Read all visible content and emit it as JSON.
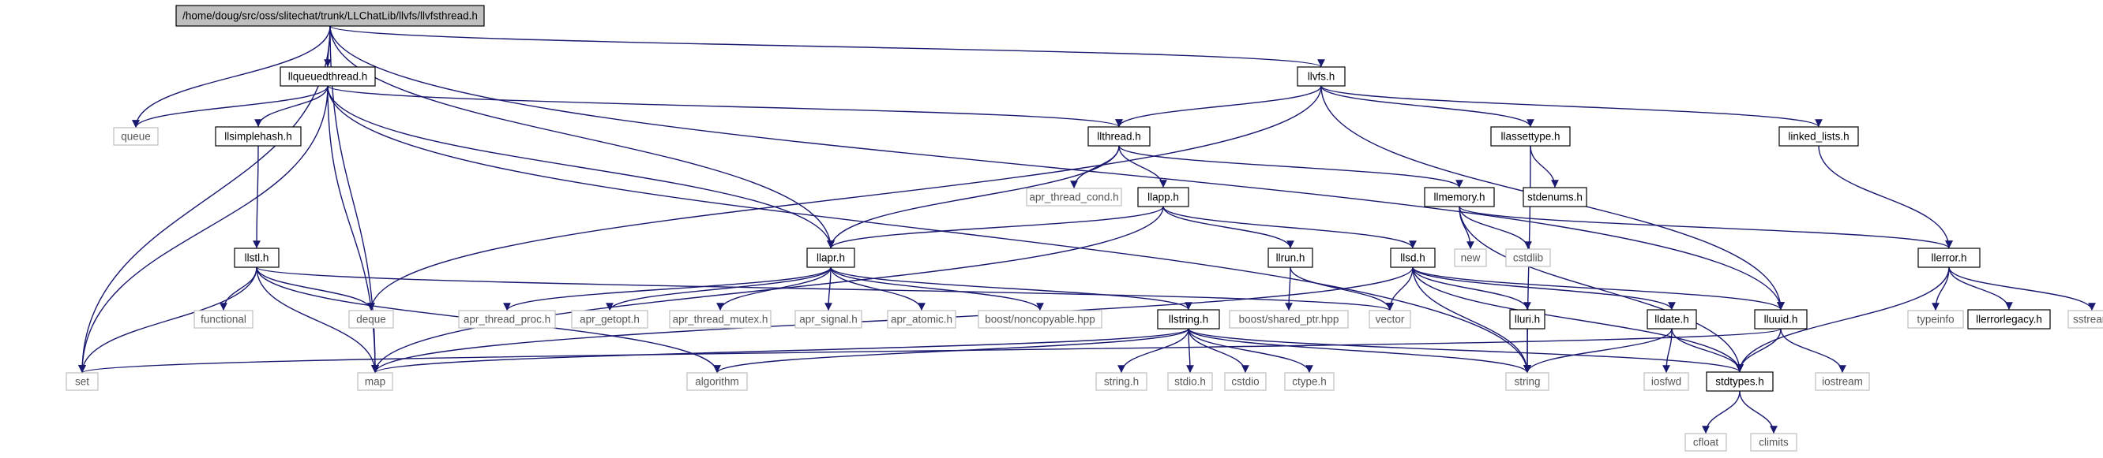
{
  "colors": {
    "edge": "#191970",
    "root_fill": "#bfbfbf",
    "header_border": "#000000",
    "system_border": "#bfbfbf"
  },
  "nodes": {
    "root": {
      "label": "/home/doug/src/oss/slitechat/trunk/LLChatLib/llvfs/llvfsthread.h",
      "kind": "root"
    },
    "llqueuedthread": {
      "label": "llqueuedthread.h",
      "kind": "header"
    },
    "llvfs": {
      "label": "llvfs.h",
      "kind": "header"
    },
    "queue": {
      "label": "queue",
      "kind": "system"
    },
    "llsimplehash": {
      "label": "llsimplehash.h",
      "kind": "header"
    },
    "llthread": {
      "label": "llthread.h",
      "kind": "header"
    },
    "llassettype": {
      "label": "llassettype.h",
      "kind": "header"
    },
    "linked_lists": {
      "label": "linked_lists.h",
      "kind": "header"
    },
    "apr_thread_cond": {
      "label": "apr_thread_cond.h",
      "kind": "system"
    },
    "llapp": {
      "label": "llapp.h",
      "kind": "header"
    },
    "llmemory": {
      "label": "llmemory.h",
      "kind": "header"
    },
    "stdenums": {
      "label": "stdenums.h",
      "kind": "header"
    },
    "new": {
      "label": "new",
      "kind": "system"
    },
    "cstdlib": {
      "label": "cstdlib",
      "kind": "system"
    },
    "llerror": {
      "label": "llerror.h",
      "kind": "header"
    },
    "llstl": {
      "label": "llstl.h",
      "kind": "header"
    },
    "llapr": {
      "label": "llapr.h",
      "kind": "header"
    },
    "llrun": {
      "label": "llrun.h",
      "kind": "header"
    },
    "llsd": {
      "label": "llsd.h",
      "kind": "header"
    },
    "functional": {
      "label": "functional",
      "kind": "system"
    },
    "deque": {
      "label": "deque",
      "kind": "system"
    },
    "apr_thread_proc": {
      "label": "apr_thread_proc.h",
      "kind": "system"
    },
    "apr_getopt": {
      "label": "apr_getopt.h",
      "kind": "system"
    },
    "apr_thread_mutex": {
      "label": "apr_thread_mutex.h",
      "kind": "system"
    },
    "apr_signal": {
      "label": "apr_signal.h",
      "kind": "system"
    },
    "apr_atomic": {
      "label": "apr_atomic.h",
      "kind": "system"
    },
    "boost_noncopyable": {
      "label": "boost/noncopyable.hpp",
      "kind": "system"
    },
    "llstring": {
      "label": "llstring.h",
      "kind": "header"
    },
    "boost_shared_ptr": {
      "label": "boost/shared_ptr.hpp",
      "kind": "system"
    },
    "vector": {
      "label": "vector",
      "kind": "system"
    },
    "lluri": {
      "label": "lluri.h",
      "kind": "header"
    },
    "lldate": {
      "label": "lldate.h",
      "kind": "header"
    },
    "lluuid": {
      "label": "lluuid.h",
      "kind": "header"
    },
    "typeinfo": {
      "label": "typeinfo",
      "kind": "system"
    },
    "llerrorlegacy": {
      "label": "llerrorlegacy.h",
      "kind": "header"
    },
    "sstream": {
      "label": "sstream",
      "kind": "system"
    },
    "set": {
      "label": "set",
      "kind": "system"
    },
    "map": {
      "label": "map",
      "kind": "system"
    },
    "algorithm": {
      "label": "algorithm",
      "kind": "system"
    },
    "string_h": {
      "label": "string.h",
      "kind": "system"
    },
    "stdio_h": {
      "label": "stdio.h",
      "kind": "system"
    },
    "cstdio": {
      "label": "cstdio",
      "kind": "system"
    },
    "ctype_h": {
      "label": "ctype.h",
      "kind": "system"
    },
    "string": {
      "label": "string",
      "kind": "system"
    },
    "stdtypes": {
      "label": "stdtypes.h",
      "kind": "header"
    },
    "iosfwd": {
      "label": "iosfwd",
      "kind": "system"
    },
    "iostream": {
      "label": "iostream",
      "kind": "system"
    },
    "cfloat": {
      "label": "cfloat",
      "kind": "system"
    },
    "climits": {
      "label": "climits",
      "kind": "system"
    }
  },
  "edges": [
    [
      "root",
      "llqueuedthread"
    ],
    [
      "root",
      "llvfs"
    ],
    [
      "root",
      "queue"
    ],
    [
      "root",
      "set"
    ],
    [
      "root",
      "map"
    ],
    [
      "root",
      "llapr"
    ],
    [
      "root",
      "lluuid"
    ],
    [
      "llqueuedthread",
      "queue"
    ],
    [
      "llqueuedthread",
      "llsimplehash"
    ],
    [
      "llqueuedthread",
      "set"
    ],
    [
      "llqueuedthread",
      "map"
    ],
    [
      "llqueuedthread",
      "llthread"
    ],
    [
      "llqueuedthread",
      "llapr"
    ],
    [
      "llqueuedthread",
      "string"
    ],
    [
      "llvfs",
      "deque"
    ],
    [
      "llvfs",
      "llthread"
    ],
    [
      "llvfs",
      "llassettype"
    ],
    [
      "llvfs",
      "linked_lists"
    ],
    [
      "llvfs",
      "lluuid"
    ],
    [
      "llsimplehash",
      "llstl"
    ],
    [
      "llthread",
      "apr_thread_cond"
    ],
    [
      "llthread",
      "llapp"
    ],
    [
      "llthread",
      "llmemory"
    ],
    [
      "llthread",
      "llapr"
    ],
    [
      "llassettype",
      "stdenums"
    ],
    [
      "llassettype",
      "string"
    ],
    [
      "linked_lists",
      "llerror"
    ],
    [
      "llapp",
      "llapr"
    ],
    [
      "llapp",
      "llrun"
    ],
    [
      "llapp",
      "llsd"
    ],
    [
      "llapp",
      "map"
    ],
    [
      "llmemory",
      "new"
    ],
    [
      "llmemory",
      "cstdlib"
    ],
    [
      "llmemory",
      "llerror"
    ],
    [
      "llmemory",
      "stdtypes"
    ],
    [
      "llerror",
      "typeinfo"
    ],
    [
      "llerror",
      "llerrorlegacy"
    ],
    [
      "llerror",
      "sstream"
    ],
    [
      "llerror",
      "stdtypes"
    ],
    [
      "llstl",
      "functional"
    ],
    [
      "llstl",
      "deque"
    ],
    [
      "llstl",
      "set"
    ],
    [
      "llstl",
      "map"
    ],
    [
      "llstl",
      "algorithm"
    ],
    [
      "llstl",
      "vector"
    ],
    [
      "llapr",
      "apr_thread_proc"
    ],
    [
      "llapr",
      "apr_getopt"
    ],
    [
      "llapr",
      "apr_thread_mutex"
    ],
    [
      "llapr",
      "apr_signal"
    ],
    [
      "llapr",
      "apr_atomic"
    ],
    [
      "llapr",
      "boost_noncopyable"
    ],
    [
      "llapr",
      "llstring"
    ],
    [
      "llrun",
      "boost_shared_ptr"
    ],
    [
      "llrun",
      "vector"
    ],
    [
      "llsd",
      "vector"
    ],
    [
      "llsd",
      "lluri"
    ],
    [
      "llsd",
      "lldate"
    ],
    [
      "llsd",
      "lluuid"
    ],
    [
      "llsd",
      "string"
    ],
    [
      "llsd",
      "map"
    ],
    [
      "llsd",
      "stdtypes"
    ],
    [
      "llstring",
      "map"
    ],
    [
      "llstring",
      "algorithm"
    ],
    [
      "llstring",
      "string_h"
    ],
    [
      "llstring",
      "stdio_h"
    ],
    [
      "llstring",
      "cstdio"
    ],
    [
      "llstring",
      "ctype_h"
    ],
    [
      "llstring",
      "string"
    ],
    [
      "llstring",
      "stdtypes"
    ],
    [
      "lluri",
      "string"
    ],
    [
      "lldate",
      "iosfwd"
    ],
    [
      "lldate",
      "string"
    ],
    [
      "lldate",
      "stdtypes"
    ],
    [
      "lluuid",
      "iostream"
    ],
    [
      "lluuid",
      "stdtypes"
    ],
    [
      "lluuid",
      "set"
    ],
    [
      "stdtypes",
      "cfloat"
    ],
    [
      "stdtypes",
      "climits"
    ]
  ]
}
